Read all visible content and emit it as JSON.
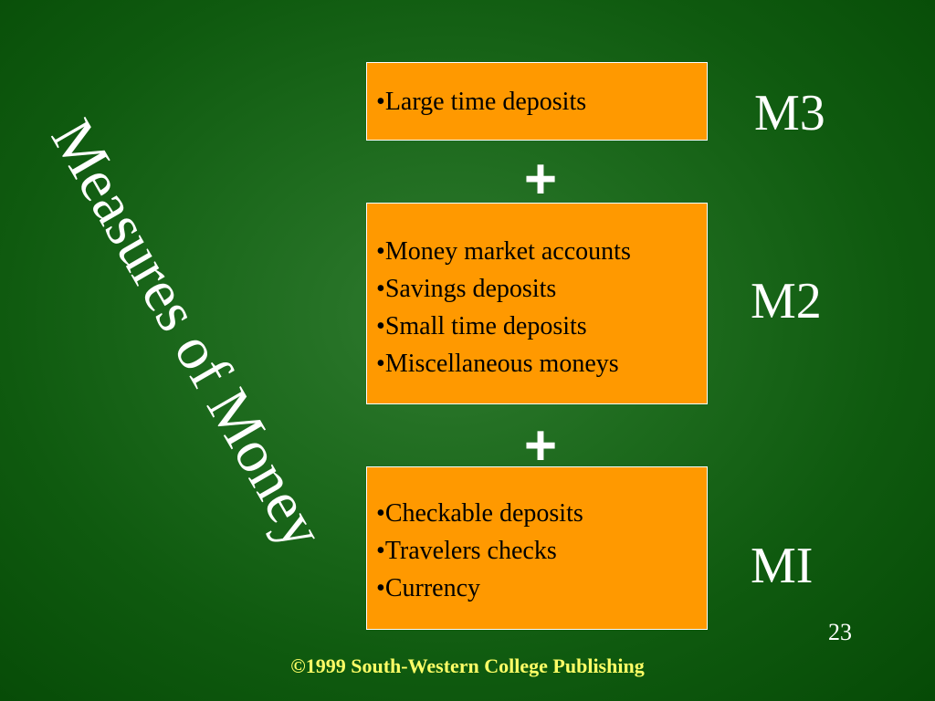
{
  "title": "Measures of Money",
  "measures": [
    {
      "label": "M3",
      "items": [
        "Large time deposits"
      ]
    },
    {
      "label": "M2",
      "items": [
        "Money market accounts",
        "Savings deposits",
        "Small time deposits",
        "Miscellaneous moneys"
      ]
    },
    {
      "label": "MI",
      "items": [
        "Checkable deposits",
        "Travelers checks",
        "Currency"
      ]
    }
  ],
  "plus_sign": "+",
  "page_number": "23",
  "footer": "©1999 South-Western College Publishing",
  "colors": {
    "background": "#1d6a1d",
    "box_fill": "#ff9900",
    "box_border": "#ffffff",
    "footer_text": "#ffff66"
  }
}
